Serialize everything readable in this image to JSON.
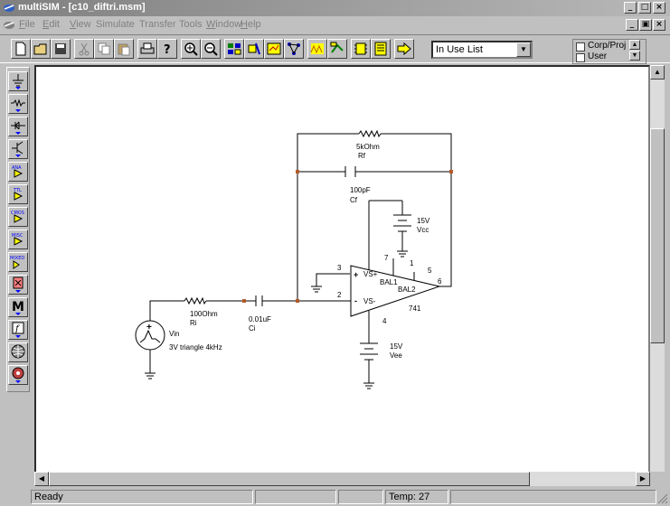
{
  "window": {
    "title": "multiSIM - [c10_diftri.msm]"
  },
  "menu": [
    {
      "label": "File",
      "accel": "F"
    },
    {
      "label": "Edit",
      "accel": "E"
    },
    {
      "label": "View",
      "accel": "V"
    },
    {
      "label": "Simulate",
      "accel": ""
    },
    {
      "label": "Transfer",
      "accel": ""
    },
    {
      "label": "Tools",
      "accel": ""
    },
    {
      "label": "Window",
      "accel": "W"
    },
    {
      "label": "Help",
      "accel": "H"
    }
  ],
  "toolbar": {
    "component_list": {
      "selected": "In Use List"
    },
    "project": {
      "corp_label": "Corp/Proj",
      "user_label": "User"
    }
  },
  "parts_bins": [
    "sources",
    "basic",
    "diodes",
    "transistors",
    "analog-ics",
    "ttl",
    "cmos",
    "misc-digital",
    "mixed",
    "indicators",
    "misc",
    "controls",
    "rf",
    "electromechanical"
  ],
  "parts_bin_text": {
    "analog": "ANA",
    "ttl": "TTL",
    "cmos": "CMOS",
    "misc": "MISC",
    "mixed": "MIXED",
    "m": "M"
  },
  "schematic": {
    "rf": {
      "value": "5kOhm",
      "name": "Rf"
    },
    "cf": {
      "value": "100pF",
      "name": "Cf"
    },
    "vcc": {
      "value": "15V",
      "name": "Vcc"
    },
    "vee": {
      "value": "15V",
      "name": "Vee"
    },
    "ri": {
      "value": "100Ohm",
      "name": "Ri"
    },
    "ci": {
      "value": "0.01uF",
      "name": "Ci"
    },
    "vin": {
      "name": "Vin",
      "desc": "3V triangle 4kHz"
    },
    "opamp": {
      "part": "741",
      "pins": {
        "p3": "3",
        "p2": "2",
        "p7": "7",
        "p1": "1",
        "p5": "5",
        "p6": "6",
        "p4": "4"
      },
      "labels": {
        "vsplus": "VS+",
        "vsminus": "VS-",
        "bal1": "BAL1",
        "bal2": "BAL2",
        "plus": "+",
        "minus": "-"
      }
    }
  },
  "status": {
    "message": "Ready",
    "temp": "Temp: 27"
  },
  "colors": {
    "junction": "#b45a28",
    "titlebar": "#808080"
  }
}
